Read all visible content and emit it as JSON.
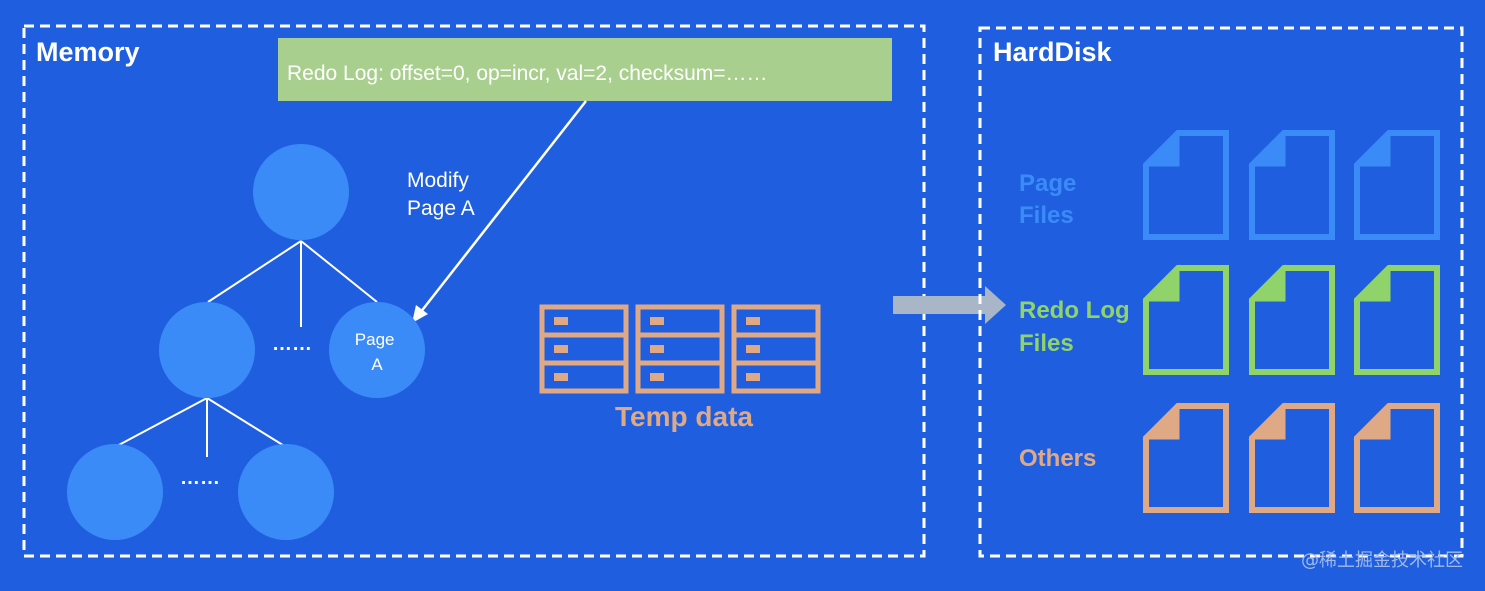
{
  "colors": {
    "background": "#1f5fdf",
    "border": "#ffffff",
    "node": "#3a8bf7",
    "log_box": "#a9cf8f",
    "arrow": "#a8b6c8",
    "page_files": "#3a8bf7",
    "redo_files": "#8fd36a",
    "others": "#e0a985",
    "temp": "#e0a985",
    "watermark": "#9fb8e8"
  },
  "memory": {
    "label": "Memory",
    "redo_log_entry": "Redo Log: offset=0, op=incr, val=2, checksum=……",
    "modify_line1": "Modify",
    "modify_line2": "Page A",
    "page_a_line1": "Page",
    "page_a_line2": "A",
    "ellipsis": "……",
    "temp_data": "Temp data"
  },
  "harddisk": {
    "label": "HardDisk",
    "rows": [
      {
        "line1": "Page",
        "line2": "Files",
        "icon": "page-file-icon",
        "color_key": "page_files"
      },
      {
        "line1": "Redo Log",
        "line2": "Files",
        "icon": "redo-log-file-icon",
        "color_key": "redo_files"
      },
      {
        "line1": "Others",
        "line2": "",
        "icon": "other-file-icon",
        "color_key": "others"
      }
    ]
  },
  "watermark": "@稀土掘金技术社区"
}
